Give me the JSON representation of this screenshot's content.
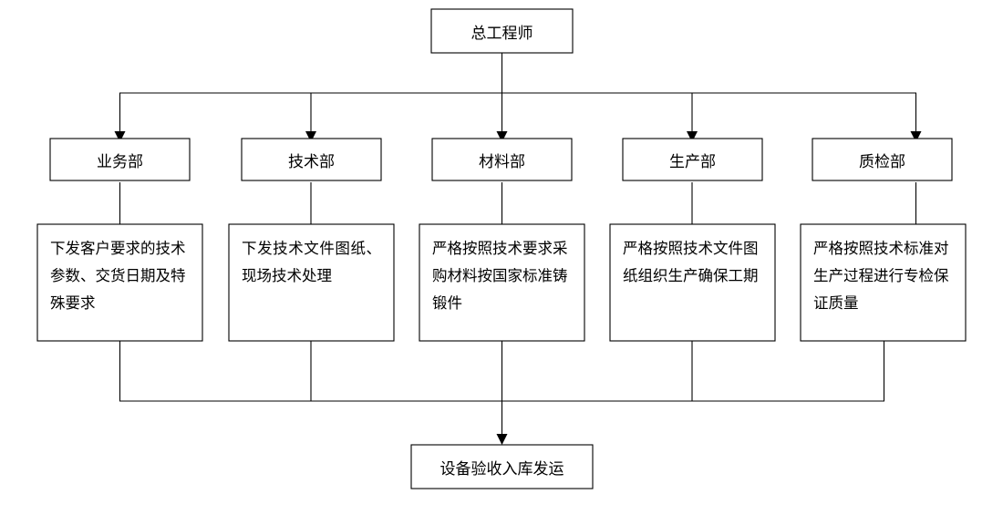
{
  "diagram": {
    "type": "organizational-flowchart",
    "title_node": {
      "id": "chief-engineer",
      "label": "总工程师"
    },
    "departments": [
      {
        "id": "business",
        "label": "业务部",
        "detail": "下发客户要求的技术参数、交货日期及特殊要求"
      },
      {
        "id": "technology",
        "label": "技术部",
        "detail": "下发技术文件图纸、现场技术处理"
      },
      {
        "id": "materials",
        "label": "材料部",
        "detail": "严格按照技术要求采购材料按国家标准铸锻件"
      },
      {
        "id": "production",
        "label": "生产部",
        "detail": "严格按照技术文件图纸组织生产确保工期"
      },
      {
        "id": "quality",
        "label": "质检部",
        "detail": "严格按照技术标准对生产过程进行专检保证质量"
      }
    ],
    "terminal_node": {
      "id": "acceptance-shipping",
      "label": "设备验收入库发运"
    },
    "colors": {
      "background": "#ffffff",
      "box_fill": "#ffffff",
      "stroke": "#000000",
      "text": "#000000"
    }
  }
}
